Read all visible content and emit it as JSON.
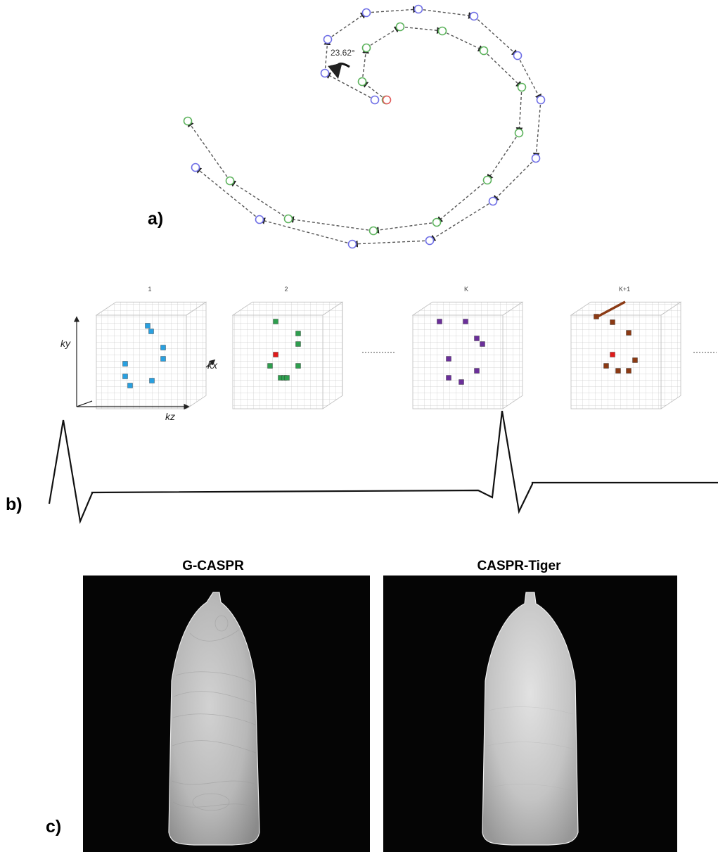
{
  "panel_a": {
    "label": "a)",
    "angle_label": "23.62°",
    "colors": {
      "interleaf_blue": "#6f6fe6",
      "interleaf_green": "#5db35d",
      "start_red": "#e05a5a",
      "arrow": "#555555"
    }
  },
  "panel_b": {
    "label": "b)",
    "frames": [
      {
        "title": "1",
        "color": "#29a0e0"
      },
      {
        "title": "2",
        "color": "#2e9e4e"
      },
      {
        "title": "K",
        "color": "#6b2f9a"
      },
      {
        "title": "K+1",
        "color": "#8b3a14"
      }
    ],
    "center_marker_color": "#e01a1a",
    "axes": {
      "ky": "ky",
      "kx": "kx",
      "kz": "kz"
    },
    "ecg_color": "#111111"
  },
  "panel_c": {
    "label": "c)",
    "images": [
      {
        "title": "G-CASPR"
      },
      {
        "title": "CASPR-Tiger"
      }
    ]
  }
}
